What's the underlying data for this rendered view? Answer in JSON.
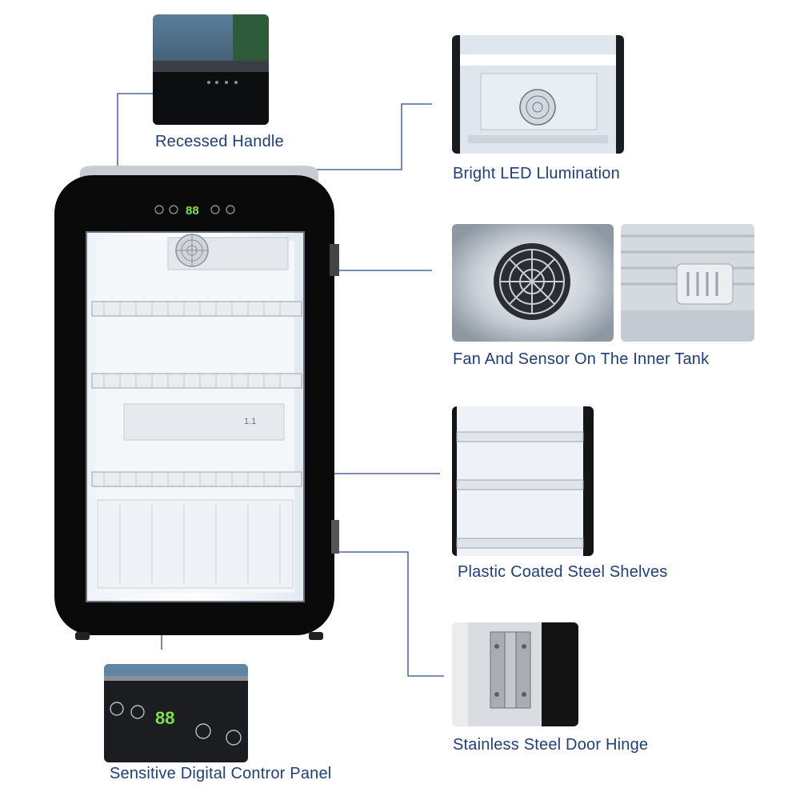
{
  "callouts": {
    "recessed_handle": "Recessed Handle",
    "led": "Bright LED Llumination",
    "fan_sensor": "Fan And Sensor On The Inner Tank",
    "shelves": "Plastic Coated Steel Shelves",
    "hinge": "Stainless Steel Door Hinge",
    "control_panel": "Sensitive Digital Contror Panel"
  },
  "display": {
    "main_temp": "88",
    "panel_temp": "88",
    "inner_marking": "1.1"
  },
  "colors": {
    "label_text": "#1f3e7a",
    "leader_line": "#2c4a8a",
    "display_digits": "#7fe04a",
    "fridge_body": "#0a0a0a"
  }
}
